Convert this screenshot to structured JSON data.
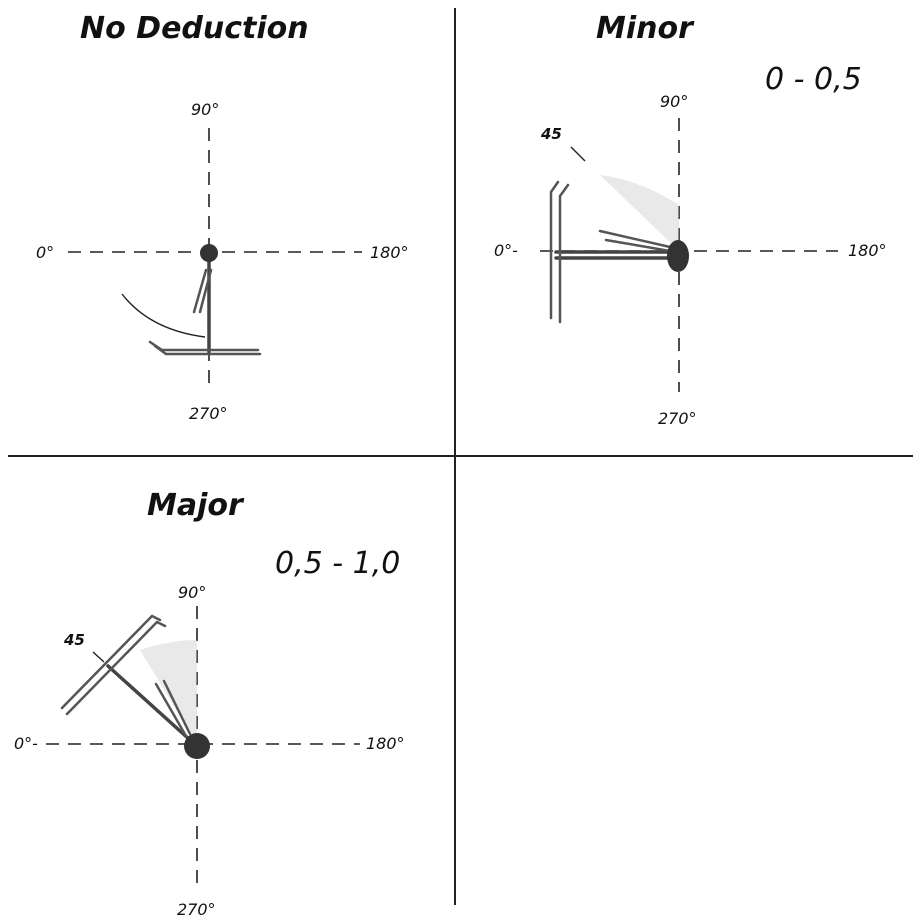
{
  "panels": {
    "no_deduction": {
      "title": "No Deduction",
      "deg_90": "90°",
      "deg_0": "0°",
      "deg_180": "180°",
      "deg_270": "270°"
    },
    "minor": {
      "title": "Minor",
      "range": "0 - 0,5",
      "angle_label": "45",
      "deg_90": "90°",
      "deg_0": "0°-",
      "deg_180": "180°",
      "deg_270": "270°"
    },
    "major": {
      "title": "Major",
      "range": "0,5 - 1,0",
      "angle_label": "45",
      "deg_90": "90°",
      "deg_0": "0°-",
      "deg_180": "180°",
      "deg_270": "270°"
    }
  }
}
